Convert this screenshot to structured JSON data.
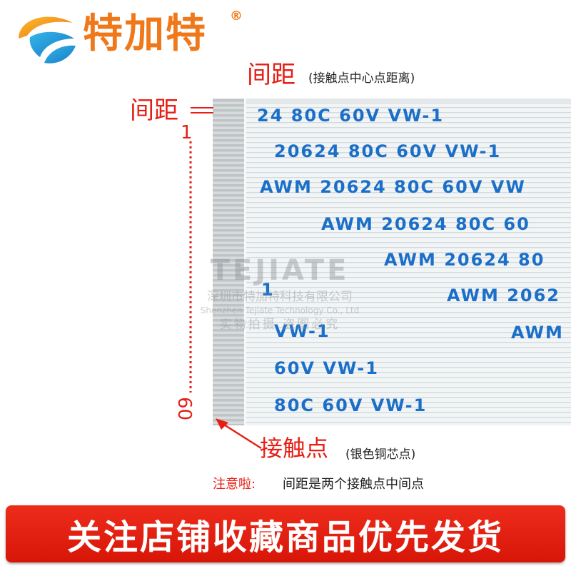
{
  "brand": {
    "name": "特加特",
    "registered_mark": "®",
    "logo_icon": "swoosh-logo-icon",
    "color": "#f07818"
  },
  "annotations": {
    "pitch_title": "间距",
    "pitch_note": "(接触点中心点距离)",
    "pitch_left_label": "间距",
    "pin_first": "1",
    "pin_last": "60",
    "contact_title": "接触点",
    "contact_note": "(银色铜芯点)",
    "notice_label": "注意啦:",
    "notice_text": "间距是两个接触点中间点",
    "accent_color": "#e61e14"
  },
  "cable": {
    "print_color": "#1b6fc8",
    "rows": [
      "24 80C 60V VW-1",
      "20624 80C 60V VW-1",
      "AWM 20624 80C 60V VW",
      "AWM 20624 80C 60",
      "AWM 20624 80",
      "AWM 2062",
      "AWM",
      "1",
      "VW-1",
      "60V VW-1",
      "80C 60V VW-1"
    ]
  },
  "watermark": {
    "line1": "TEJIATE",
    "line2": "深圳市特加特科技有限公司",
    "line3": "Shenzhen Tejiate Technology Co., Ltd",
    "line4": "实物拍摄 盗图必究"
  },
  "banner": {
    "text": "关注店铺收藏商品优先发货",
    "color": "#e61e14"
  }
}
